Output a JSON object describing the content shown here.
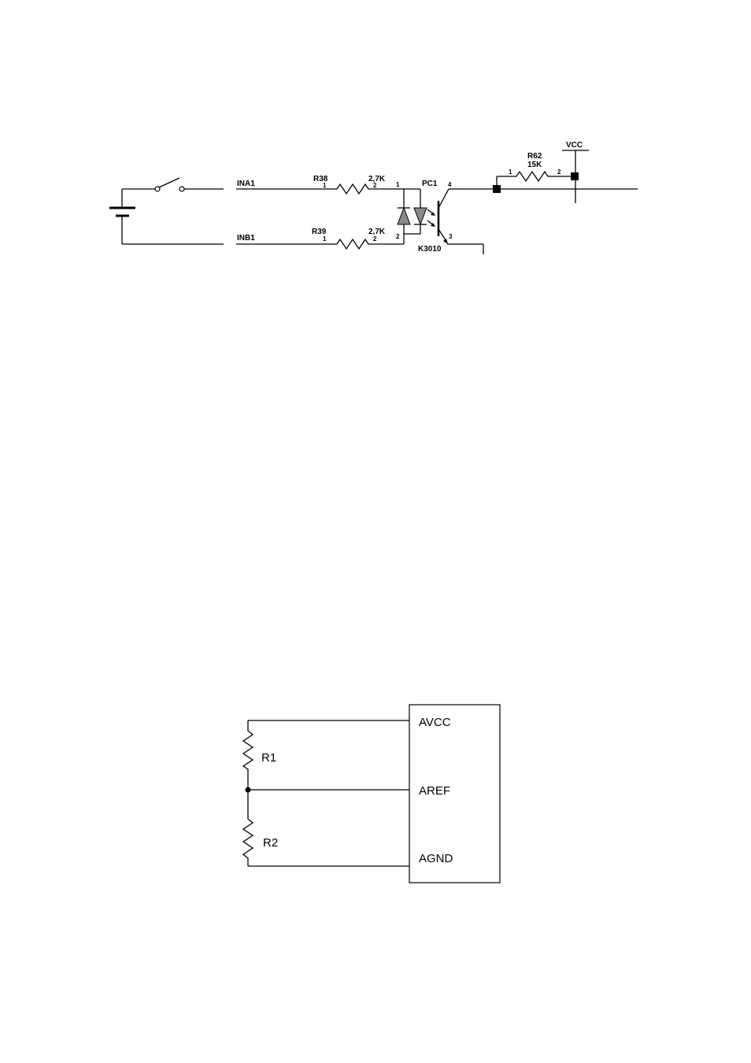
{
  "circuit1": {
    "net_a": "INA1",
    "net_b": "INB1",
    "r38": {
      "ref": "R38",
      "value": "2,7K",
      "pin1": "1",
      "pin2": "2"
    },
    "r39": {
      "ref": "R39",
      "value": "2,7K",
      "pin1": "1",
      "pin2": "2"
    },
    "pc1": {
      "ref": "PC1",
      "part": "K3010",
      "pin1": "1",
      "pin2": "2",
      "pin3": "3",
      "pin4": "4"
    },
    "r62": {
      "ref": "R62",
      "value": "15K",
      "pin1": "1",
      "pin2": "2"
    },
    "vcc": "VCC"
  },
  "circuit2": {
    "r1": "R1",
    "r2": "R2",
    "pins": [
      "AVCC",
      "AREF",
      "AGND"
    ]
  }
}
